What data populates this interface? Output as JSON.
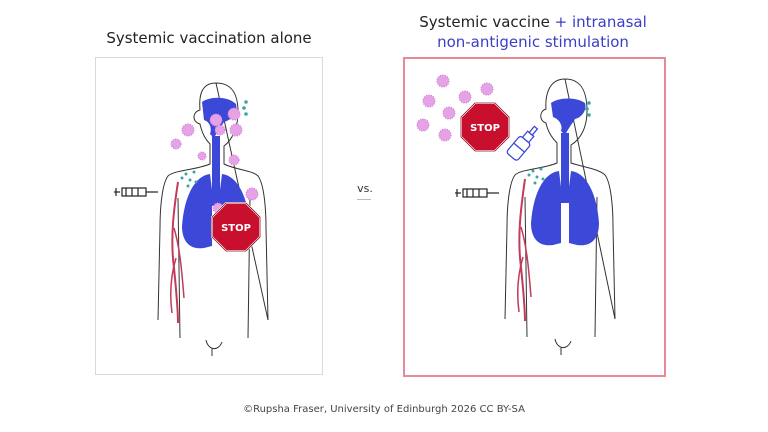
{
  "left": {
    "title": "Systemic vaccination alone",
    "stop_label": "STOP"
  },
  "right": {
    "title_part1": "Systemic vaccine",
    "title_part2": "+ intranasal",
    "title_line2": "non-antigenic stimulation",
    "stop_label": "STOP"
  },
  "vs_label": "vs.",
  "credit": "©Rupsha Fraser, University of Edinburgh 2026 CC BY-SA",
  "colors": {
    "airway": "#3b48d8",
    "virus": "#e6a2e6",
    "stop_fill": "#c8102e",
    "blood_vessel": "#c23b5b",
    "immune_dot": "#3aa6a0",
    "right_panel_border": "#e88a93",
    "accent_text": "#3a3ec8"
  }
}
